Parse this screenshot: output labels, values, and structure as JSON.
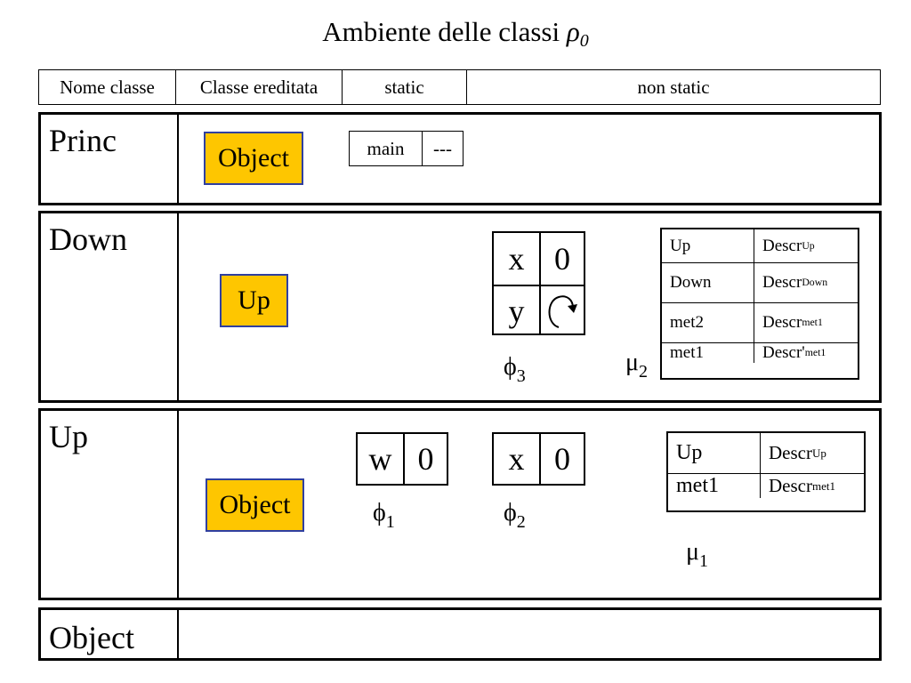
{
  "title": {
    "text": "Ambiente delle classi ",
    "symbol": "ρ",
    "subscript": "0"
  },
  "header": {
    "columns": [
      "Nome classe",
      "Classe ereditata",
      "static",
      "non static"
    ]
  },
  "rows": {
    "princ": {
      "name": "Princ",
      "parent": "Object",
      "static_table": {
        "key": "main",
        "value": "---"
      }
    },
    "down": {
      "name": "Down",
      "parent": "Up",
      "frame": {
        "x_name": "x",
        "x_value": "0",
        "y_name": "y",
        "y_value_icon": "pointer-arrow-icon"
      },
      "frame_label": {
        "symbol": "ϕ",
        "subscript": "3"
      },
      "methods_label": {
        "symbol": "μ",
        "subscript": "2"
      },
      "methods": [
        {
          "name": "Up",
          "descr": "Descr",
          "sub": "Up"
        },
        {
          "name": "Down",
          "descr": "Descr",
          "sub": "Down"
        },
        {
          "name": "met2",
          "descr": "Descr",
          "sub": "met1"
        },
        {
          "name": "met1",
          "descr": "Descr'",
          "sub": "met1"
        }
      ]
    },
    "up": {
      "name": "Up",
      "parent": "Object",
      "frame1": {
        "name": "w",
        "value": "0"
      },
      "frame1_label": {
        "symbol": "ϕ",
        "subscript": "1"
      },
      "frame2": {
        "name": "x",
        "value": "0"
      },
      "frame2_label": {
        "symbol": "ϕ",
        "subscript": "2"
      },
      "methods_label": {
        "symbol": "μ",
        "subscript": "1"
      },
      "methods": [
        {
          "name": "Up",
          "descr": "Descr",
          "sub": "Up"
        },
        {
          "name": "met1",
          "descr": "Descr",
          "sub": "met1"
        }
      ]
    },
    "object": {
      "name": "Object"
    }
  },
  "colors": {
    "parent_fill": "#fec600",
    "parent_border": "#2f3fa0",
    "lines": "#000000"
  }
}
